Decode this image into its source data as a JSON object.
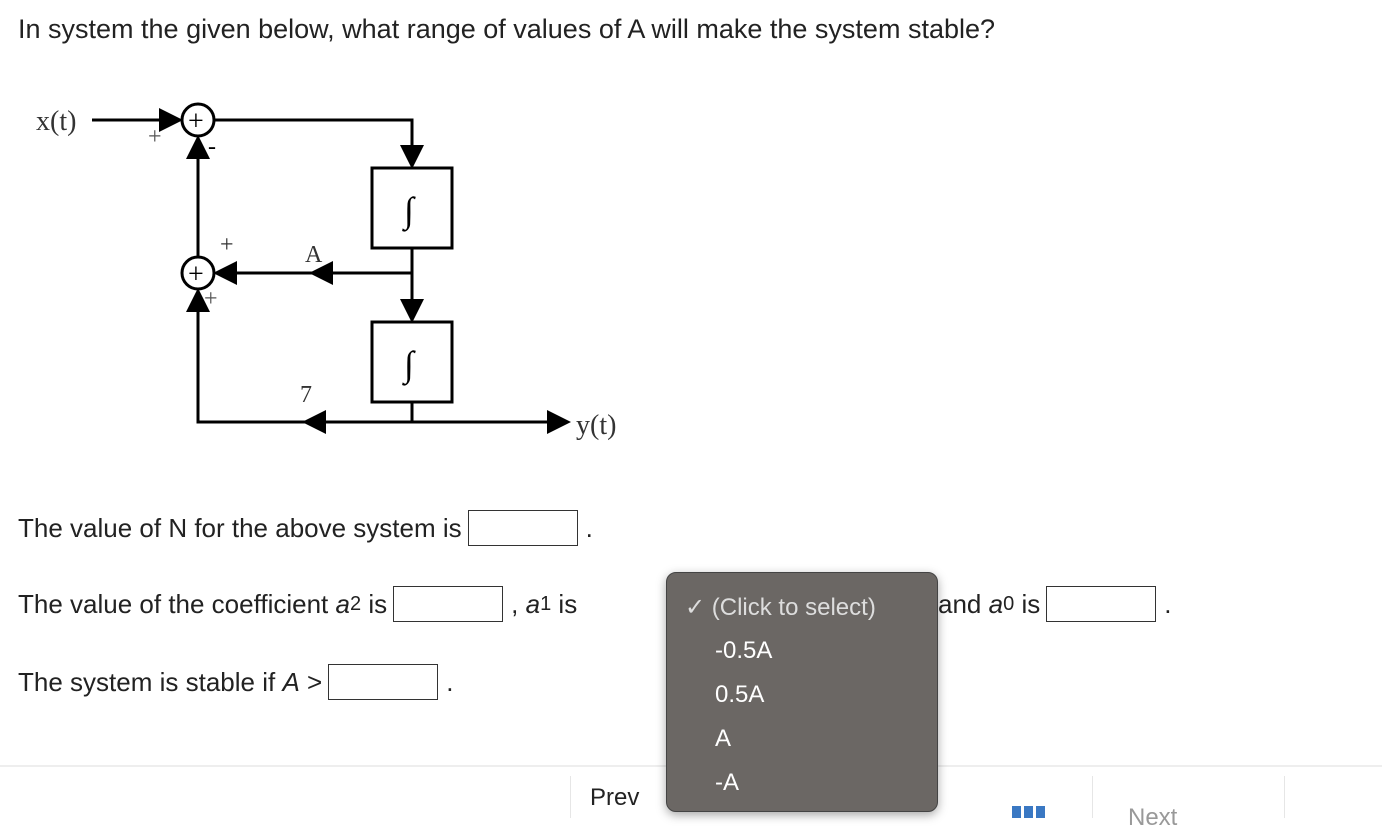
{
  "question": "In system the given below, what range of values of A will make the system stable?",
  "diagram": {
    "input": "x(t)",
    "output": "y(t)",
    "gain_top": "A",
    "gain_bottom": "7",
    "integrator": "∫",
    "sum_symbol": "+",
    "signs": {
      "top_left": "+",
      "top_bottom": "-",
      "mid_top": "+",
      "mid_bottom": "+"
    }
  },
  "line1": {
    "text": "The value of N for the above system is",
    "value": "",
    "end": "."
  },
  "line2": {
    "text": "The value of the coefficient",
    "a2": "a",
    "a2_sub": "2",
    "is": "is",
    "comma": ",",
    "a1": "a",
    "a1_sub": "1",
    "a1_is": "is",
    "and": "and",
    "a0": "a",
    "a0_sub": "0",
    "a0_is": "is",
    "end": "."
  },
  "line3": {
    "text": "The system is stable if",
    "var": "A",
    "op": ">",
    "end": "."
  },
  "dropdown": {
    "selected": "✓ (Click to select)",
    "options": [
      "-0.5A",
      "0.5A",
      "A",
      "-A"
    ]
  },
  "nav": {
    "prev": "Prev",
    "next": "Next",
    "accent": "#3a78c3"
  }
}
